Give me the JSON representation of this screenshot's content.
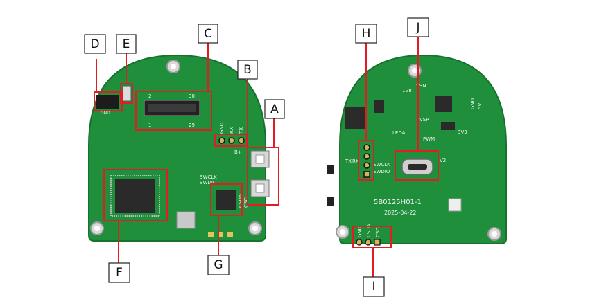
{
  "colors": {
    "pcb": "#1f8f3c",
    "pcb_dark": "#17722f",
    "highlight": "#e31b23",
    "chip": "#2a2a2a",
    "metal": "#c9c9c9"
  },
  "callouts": {
    "a": "A",
    "b": "B",
    "c": "C",
    "d": "D",
    "e": "E",
    "f": "F",
    "g": "G",
    "h": "H",
    "i": "I",
    "j": "J"
  },
  "front_silk": {
    "conn_pin2": "2",
    "conn_pin30": "30",
    "conn_pin1": "1",
    "conn_pin29": "29",
    "gnd": "GND",
    "rx": "RX",
    "tx": "TX",
    "swclk": "SWCLK",
    "swdio": "SWDIO",
    "bat": "B+",
    "gnd2": "GND",
    "csda": "CSDA",
    "cscl": "CSCL"
  },
  "back_silk": {
    "vsn": "VSN",
    "v18": "1V8",
    "vsp": "VSP",
    "gnd": "GND",
    "v5": "5V",
    "v33": "3V3",
    "leda": "LEDA",
    "pwm": "PWM",
    "v2": "V2",
    "tx": "TX",
    "rx": "RX",
    "swclk": "SWCLK",
    "swdio": "SWDIO",
    "pcb_code": "5B0125H01-1",
    "date": "2025-04-22",
    "pad_gnd": "GND",
    "pad_csda": "CSDA",
    "pad_cscl": "CSCL"
  }
}
